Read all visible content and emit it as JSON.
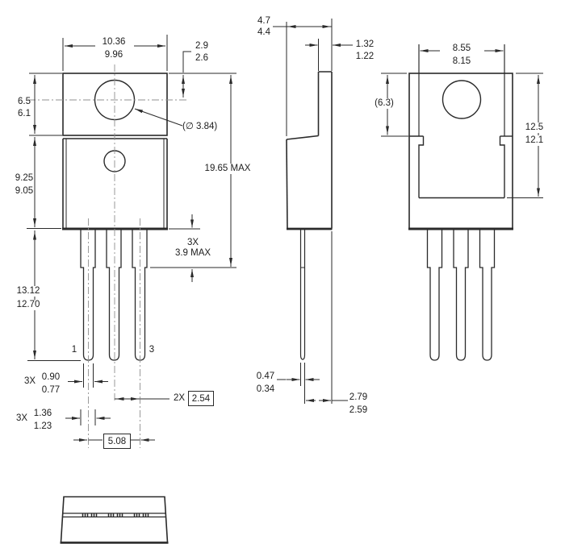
{
  "front": {
    "width_max": "10.36",
    "width_min": "9.96",
    "hole_offset_max": "2.9",
    "hole_offset_min": "2.6",
    "tab_height_max": "6.5",
    "tab_height_min": "6.1",
    "hole_diameter": "(∅ 3.84)",
    "overall_height": "19.65 MAX",
    "body_height_max": "9.25",
    "body_height_min": "9.05",
    "shoulder_qty": "3X",
    "shoulder_len": "3.9 MAX",
    "lead_length_max": "13.12",
    "lead_length_min": "12.70",
    "pin1_label": "1",
    "pin3_label": "3",
    "lead_width_qty": "3X",
    "lead_width_max": "0.90",
    "lead_width_min": "0.77",
    "lead_base_qty": "3X",
    "lead_base_max": "1.36",
    "lead_base_min": "1.23",
    "pitch_qty": "2X",
    "pitch_basic": "2.54",
    "span_basic": "5.08"
  },
  "side": {
    "depth_max": "4.7",
    "depth_min": "4.4",
    "tab_thickness_max": "1.32",
    "tab_thickness_min": "1.22",
    "lead_thickness_max": "0.47",
    "lead_thickness_min": "0.34",
    "lead_setback_max": "2.79",
    "lead_setback_min": "2.59"
  },
  "back": {
    "tab_width_max": "8.55",
    "tab_width_min": "8.15",
    "ref_height": "(6.3)",
    "tab_exposed_height_max": "12.5",
    "tab_exposed_height_min": "12.1"
  }
}
